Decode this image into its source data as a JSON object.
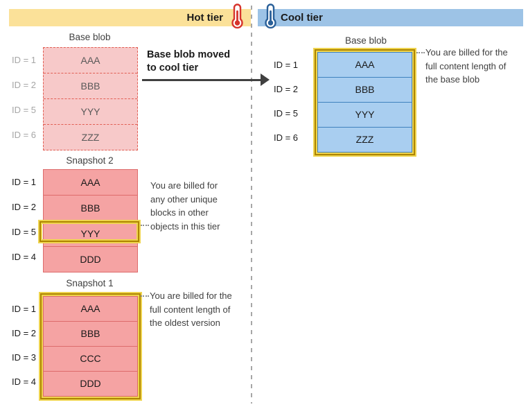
{
  "header": {
    "hot_tier": {
      "label": "Hot tier",
      "bar_color": "#FBE199",
      "icon": "thermometer-hot-icon",
      "icon_color": "#D6342C"
    },
    "cool_tier": {
      "label": "Cool tier",
      "bar_color": "#9DC3E6",
      "icon": "thermometer-cool-icon",
      "icon_color": "#2A6099"
    }
  },
  "arrow": {
    "label": "Base blob moved\nto cool tier"
  },
  "hot": {
    "base_blob": {
      "title": "Base blob",
      "rows": [
        {
          "id": "ID = 1",
          "block": "AAA"
        },
        {
          "id": "ID = 2",
          "block": "BBB"
        },
        {
          "id": "ID = 5",
          "block": "YYY"
        },
        {
          "id": "ID = 6",
          "block": "ZZZ"
        }
      ]
    },
    "snapshot2": {
      "title": "Snapshot 2",
      "rows": [
        {
          "id": "ID = 1",
          "block": "AAA"
        },
        {
          "id": "ID = 2",
          "block": "BBB"
        },
        {
          "id": "ID = 5",
          "block": "YYY"
        },
        {
          "id": "ID = 4",
          "block": "DDD"
        }
      ],
      "highlighted_block": "YYY",
      "annotation": "You are billed for\nany other unique\nblocks in other\nobjects in this tier"
    },
    "snapshot1": {
      "title": "Snapshot 1",
      "rows": [
        {
          "id": "ID = 1",
          "block": "AAA"
        },
        {
          "id": "ID = 2",
          "block": "BBB"
        },
        {
          "id": "ID = 3",
          "block": "CCC"
        },
        {
          "id": "ID = 4",
          "block": "DDD"
        }
      ],
      "highlighted": "entire blob",
      "annotation": "You are billed for the\nfull content length of\nthe oldest version"
    }
  },
  "cool": {
    "base_blob": {
      "title": "Base blob",
      "rows": [
        {
          "id": "ID = 1",
          "block": "AAA"
        },
        {
          "id": "ID = 2",
          "block": "BBB"
        },
        {
          "id": "ID = 5",
          "block": "YYY"
        },
        {
          "id": "ID = 6",
          "block": "ZZZ"
        }
      ],
      "highlighted": "entire blob",
      "annotation": "You are billed for the\nfull content length of\nthe base blob"
    }
  },
  "colors": {
    "hot_bar": "#FBE199",
    "cool_bar": "#9DC3E6",
    "hot_block_fill": "#F5A3A3",
    "hot_block_faded_fill": "#F7C9C9",
    "hot_block_border": "#DD6B6B",
    "cool_block_fill": "#A9CEF0",
    "cool_block_border": "#3F81BE",
    "highlight_gold_dark": "#AD8500",
    "highlight_gold_bright": "#EFD44E",
    "divider_gray": "#A6A6A6"
  }
}
